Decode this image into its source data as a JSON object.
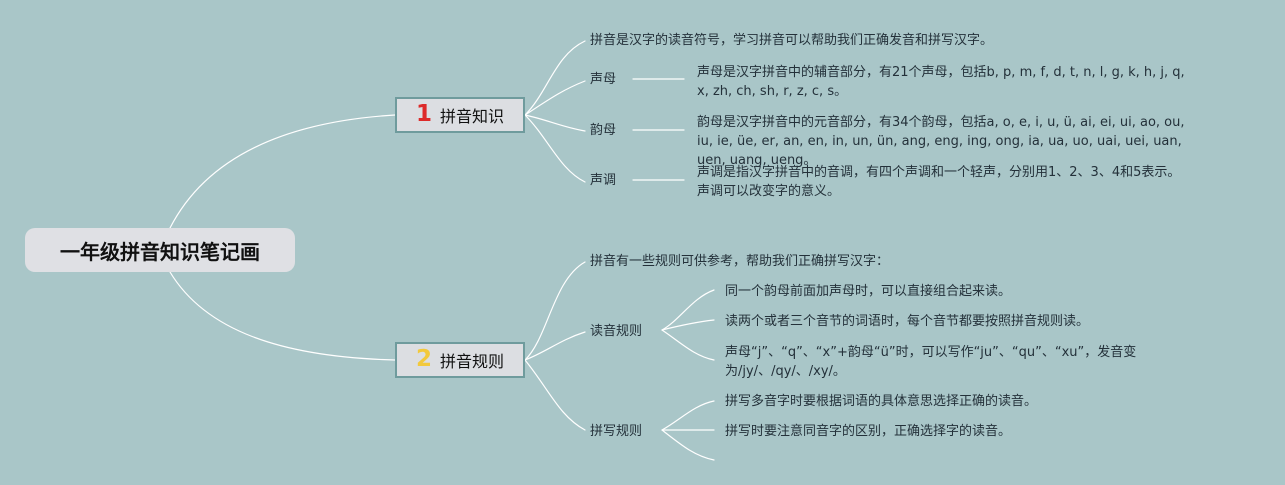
{
  "mindmap": {
    "root": "一年级拼音知识笔记画",
    "branch1": {
      "number": "1",
      "label": "拼音知识",
      "intro": "拼音是汉字的读音符号，学习拼音可以帮助我们正确发音和拼写汉字。",
      "items": [
        {
          "label": "声母",
          "text": "声母是汉字拼音中的辅音部分，有21个声母，包括b, p, m, f, d, t, n, l, g, k, h, j, q, x, zh, ch, sh, r, z, c, s。"
        },
        {
          "label": "韵母",
          "text": "韵母是汉字拼音中的元音部分，有34个韵母，包括a, o, e, i, u, ü, ai, ei, ui, ao, ou, iu, ie, üe, er, an, en, in, un, ün, ang, eng, ing, ong, ia, ua, uo, uai, uei, uan, uen, uang, ueng。"
        },
        {
          "label": "声调",
          "text": "声调是指汉字拼音中的音调，有四个声调和一个轻声，分别用1、2、3、4和5表示。声调可以改变字的意义。"
        }
      ]
    },
    "branch2": {
      "number": "2",
      "label": "拼音规则",
      "intro": "拼音有一些规则可供参考，帮助我们正确拼写汉字：",
      "reading": {
        "label": "读音规则",
        "items": [
          "同一个韵母前面加声母时，可以直接组合起来读。",
          "读两个或者三个音节的词语时，每个音节都要按照拼音规则读。",
          "声母“j”、“q”、“x”+韵母“ü”时，可以写作“ju”、“qu”、“xu”，发音变为/jy/、/qy/、/xy/。"
        ]
      },
      "spelling": {
        "label": "拼写规则",
        "items": [
          "拼写多音字时要根据词语的具体意思选择正确的读音。",
          "拼写时要注意同音字的区别，正确选择字的读音。"
        ]
      }
    }
  }
}
